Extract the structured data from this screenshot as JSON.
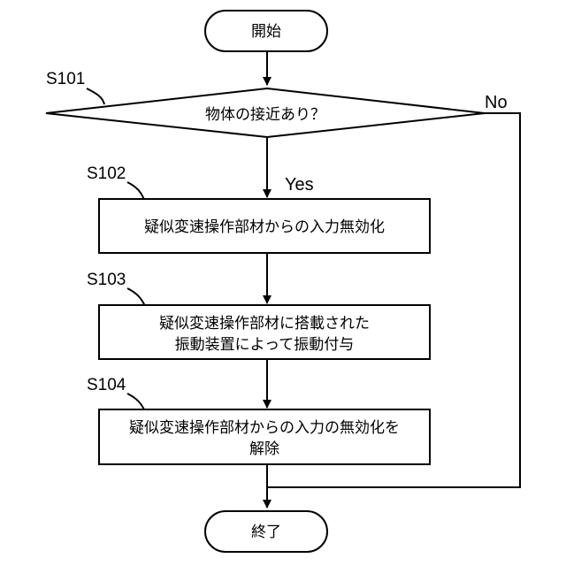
{
  "start": {
    "label": "開始"
  },
  "end": {
    "label": "終了"
  },
  "decision": {
    "step_id": "S101",
    "question": "物体の接近あり？",
    "yes_label": "Yes",
    "no_label": "No"
  },
  "steps": [
    {
      "id": "S102",
      "lines": [
        "疑似変速操作部材からの入力無効化"
      ]
    },
    {
      "id": "S103",
      "lines": [
        "疑似変速操作部材に搭載された",
        "振動装置によって振動付与"
      ]
    },
    {
      "id": "S104",
      "lines": [
        "疑似変速操作部材からの入力の無効化を",
        "解除"
      ]
    }
  ]
}
